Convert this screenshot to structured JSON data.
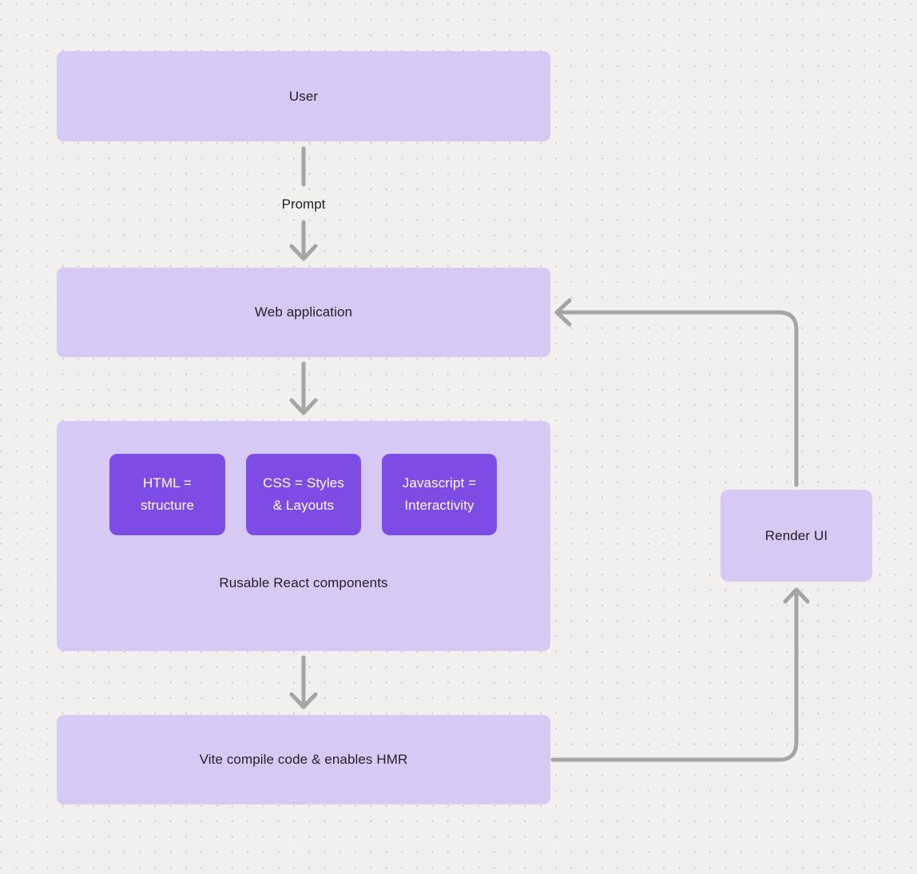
{
  "diagram": {
    "nodes": {
      "user": {
        "label": "User"
      },
      "web_application": {
        "label": "Web application"
      },
      "components_group": {
        "caption": "Rusable React components",
        "children": [
          {
            "label": "HTML = structure",
            "lines": [
              "HTML =",
              "structure"
            ]
          },
          {
            "label": "CSS = Styles & Layouts",
            "lines": [
              "CSS = Styles",
              "& Layouts"
            ]
          },
          {
            "label": "Javascript = Interactivity",
            "lines": [
              "Javascript =",
              "Interactivity"
            ]
          }
        ]
      },
      "vite": {
        "label": "Vite compile code & enables HMR"
      },
      "render_ui": {
        "label": "Render UI"
      }
    },
    "edges": [
      {
        "from": "User",
        "to": "Web application",
        "label": "Prompt",
        "direction": "down"
      },
      {
        "from": "Web application",
        "to": "Rusable React components",
        "label": "",
        "direction": "down"
      },
      {
        "from": "Rusable React components",
        "to": "Vite compile code & enables HMR",
        "label": "",
        "direction": "down"
      },
      {
        "from": "Vite compile code & enables HMR",
        "to": "Render UI",
        "label": "",
        "direction": "right-then-up"
      },
      {
        "from": "Render UI",
        "to": "Web application",
        "label": "",
        "direction": "up-then-left"
      }
    ],
    "colors": {
      "background": "#f1f0ee",
      "dot_grid": "#d3d1ce",
      "node_light": "#d6caf4",
      "node_dark": "#7c4ce4",
      "arrow": "#a7a5a3",
      "text_dark": "#232129",
      "text_on_dark": "#ffffff"
    }
  }
}
